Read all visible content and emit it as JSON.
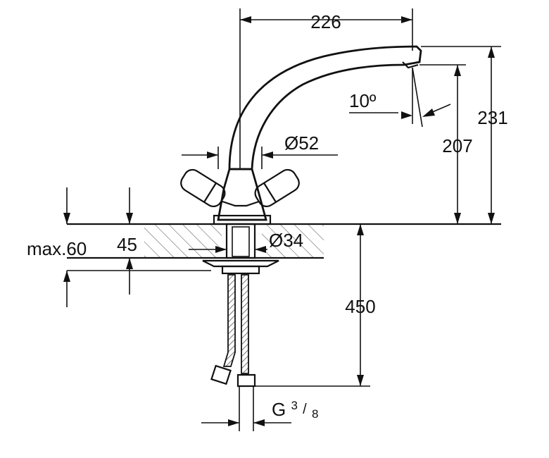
{
  "dimensions": {
    "spout_reach": "226",
    "spout_angle": "10º",
    "base_diameter": "Ø52",
    "total_height": "231",
    "outlet_height": "207",
    "max_thickness": "max.60",
    "fixing_depth": "45",
    "hole_diameter": "Ø34",
    "hose_length": "450",
    "thread_prefix": "G",
    "thread_numerator": "3",
    "thread_denominator": "8"
  }
}
